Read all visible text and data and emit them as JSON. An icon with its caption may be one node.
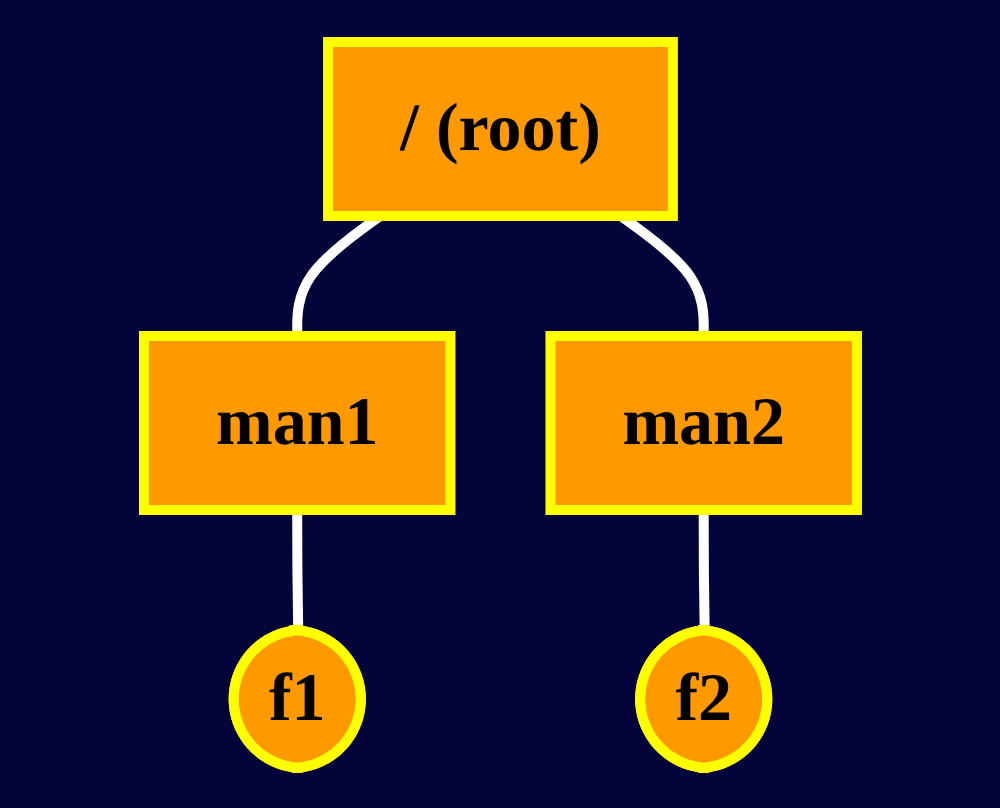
{
  "diagram": {
    "nodes": [
      {
        "text": [
          "/ (root)"
        ]
      },
      {
        "text": [
          "man1"
        ]
      },
      {
        "text": [
          "man2"
        ]
      },
      {
        "text": [
          "f1"
        ]
      },
      {
        "text": [
          "f2"
        ]
      }
    ],
    "edges": [
      {
        "from": 0,
        "to": 1,
        "arrow": "none"
      },
      {
        "from": 0,
        "to": 2,
        "arrow": "none"
      },
      {
        "from": 1,
        "to": 3,
        "arrow": "none"
      },
      {
        "from": 2,
        "to": 4,
        "arrow": "none"
      }
    ]
  }
}
